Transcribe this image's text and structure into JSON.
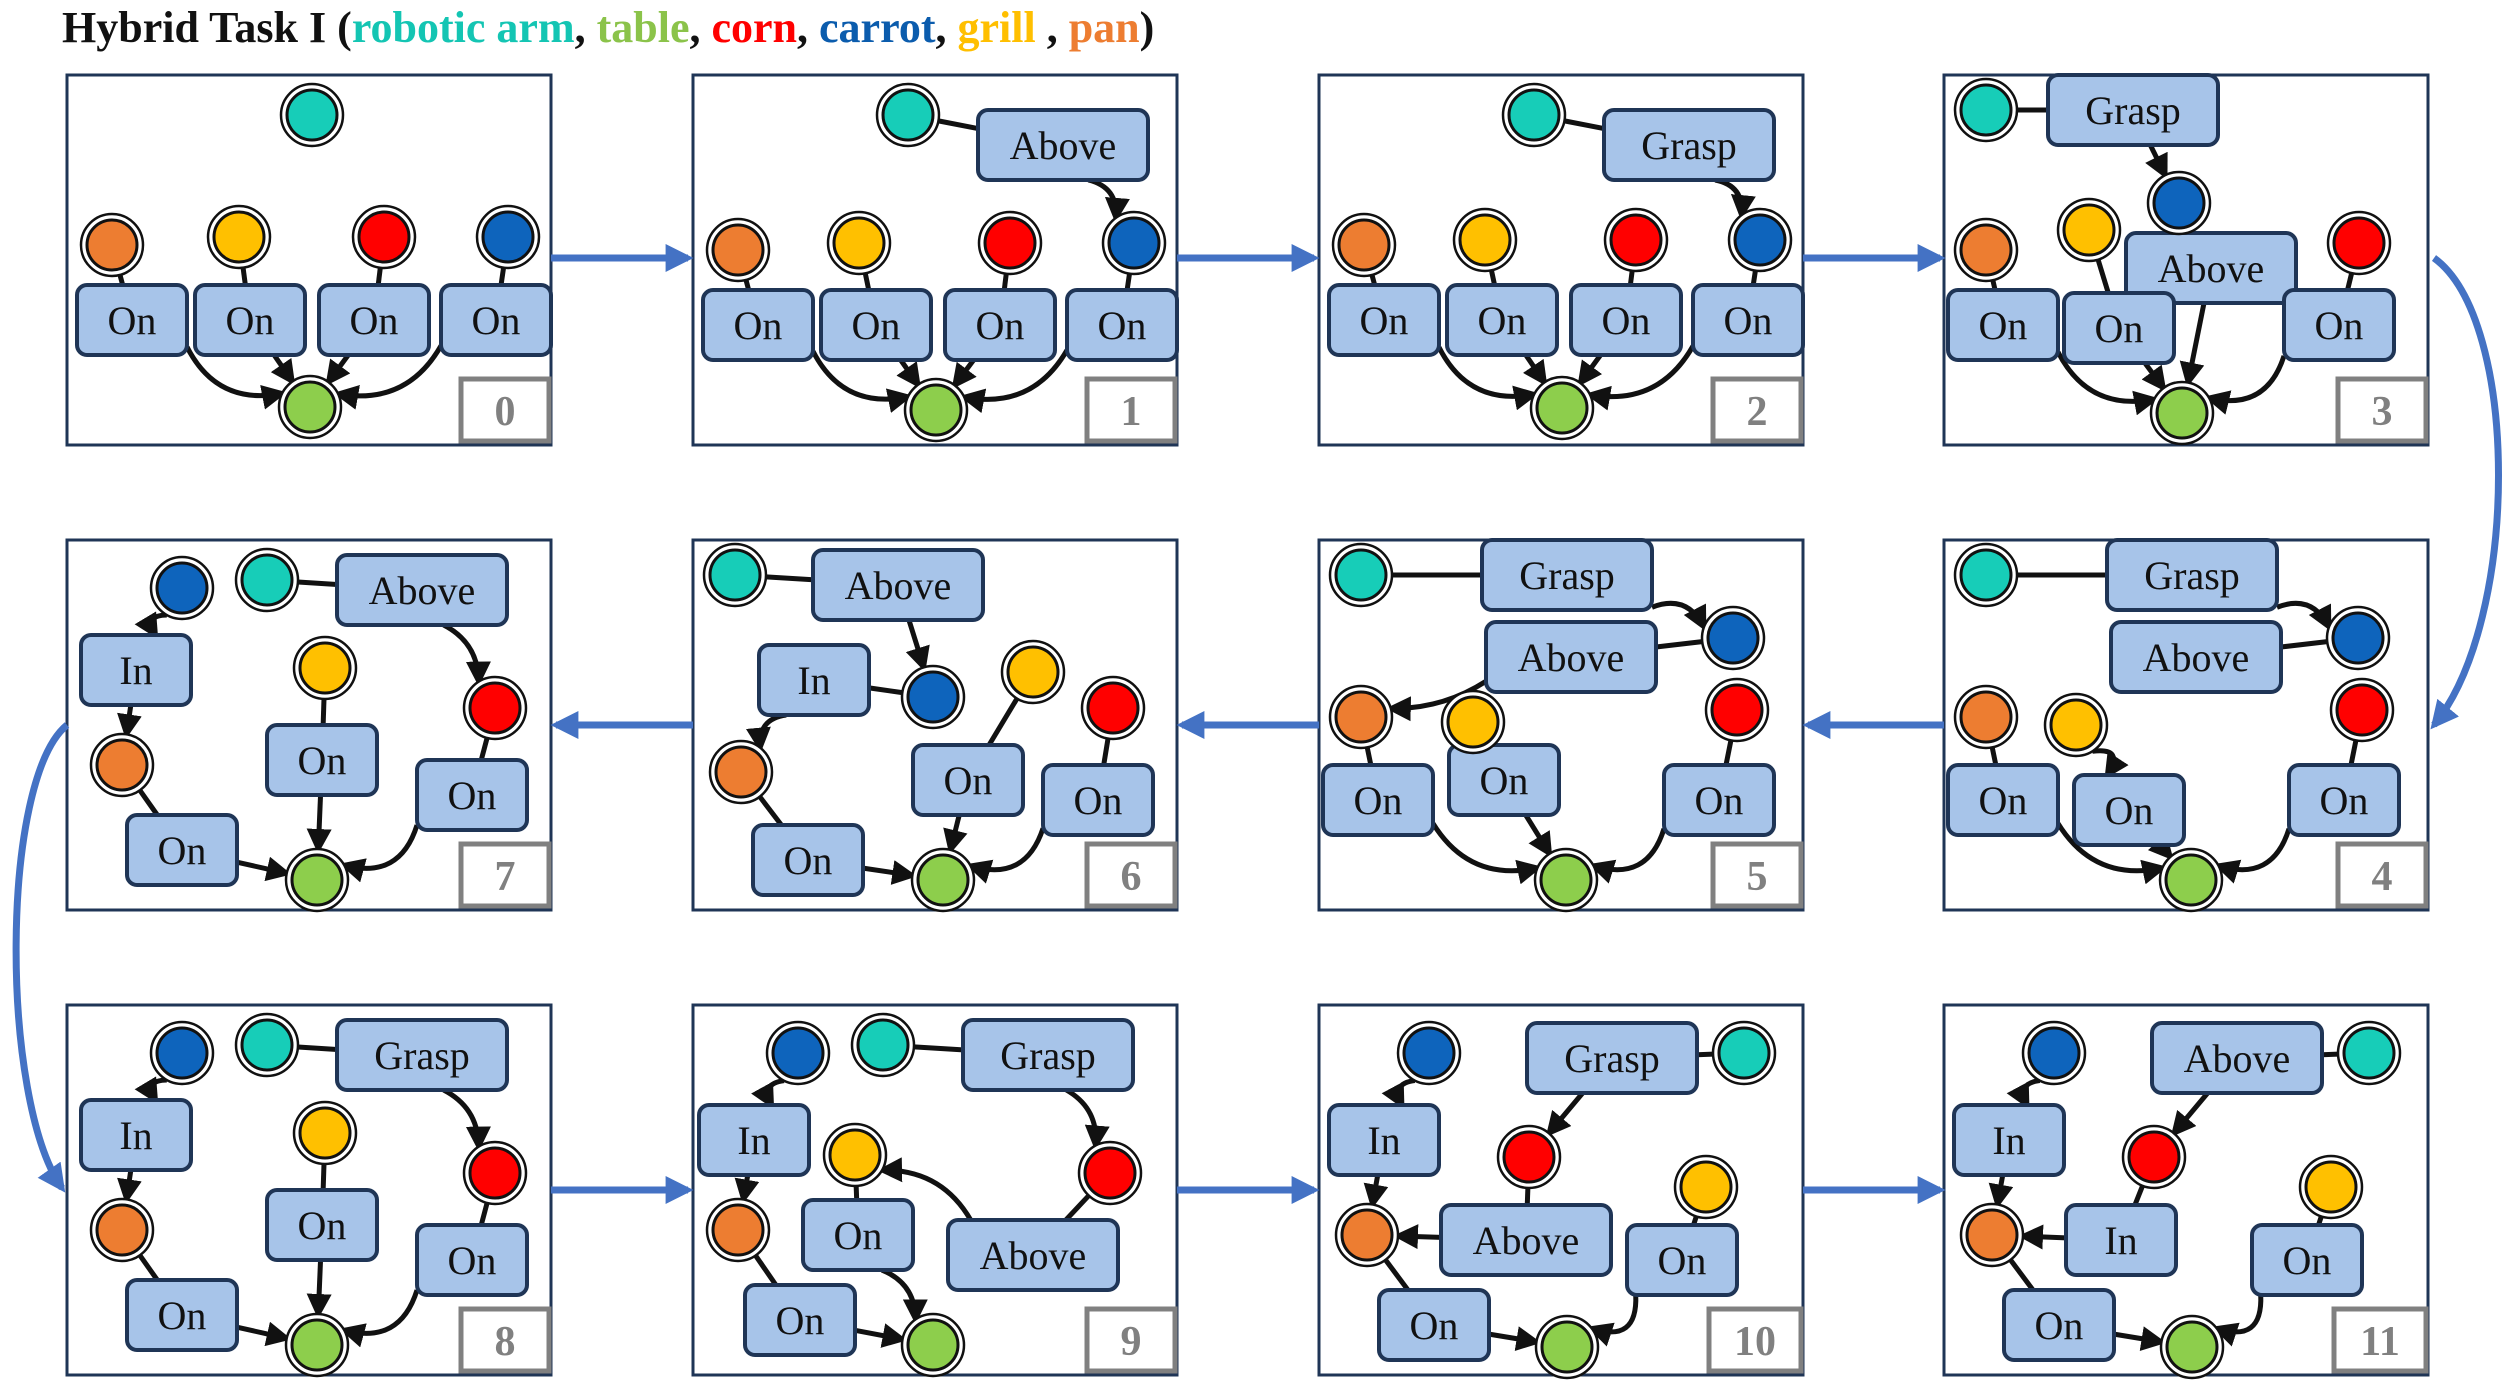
{
  "title": {
    "parts": [
      {
        "text": "Hybrid Task I (",
        "color": "#111111"
      },
      {
        "text": "robotic arm",
        "color": "#14c5b3"
      },
      {
        "text": ", ",
        "color": "#111111"
      },
      {
        "text": "table",
        "color": "#8bc34a"
      },
      {
        "text": ", ",
        "color": "#111111"
      },
      {
        "text": "corn",
        "color": "#ff0000"
      },
      {
        "text": ", ",
        "color": "#111111"
      },
      {
        "text": "carrot",
        "color": "#0b5cad"
      },
      {
        "text": ", ",
        "color": "#111111"
      },
      {
        "text": "grill",
        "color": "#ffbf00"
      },
      {
        "text": " , ",
        "color": "#111111"
      },
      {
        "text": "pan",
        "color": "#ed7d31"
      },
      {
        "text": ")",
        "color": "#111111"
      }
    ]
  },
  "colors": {
    "arm": "#17cdb8",
    "table": "#8dce4c",
    "corn": "#ff0000",
    "carrot": "#0e64bc",
    "grill": "#ffc000",
    "pan": "#ed7d31",
    "relation_fill": "#a7c4e9",
    "flow_arrow": "#4472c4"
  },
  "panels": [
    {
      "index": "0",
      "relations": [
        {
          "id": "on1",
          "label": "On"
        },
        {
          "id": "on2",
          "label": "On"
        },
        {
          "id": "on3",
          "label": "On"
        },
        {
          "id": "on4",
          "label": "On"
        }
      ]
    },
    {
      "index": "1",
      "relations": [
        {
          "id": "above",
          "label": "Above"
        },
        {
          "id": "on1",
          "label": "On"
        },
        {
          "id": "on2",
          "label": "On"
        },
        {
          "id": "on3",
          "label": "On"
        },
        {
          "id": "on4",
          "label": "On"
        }
      ]
    },
    {
      "index": "2",
      "relations": [
        {
          "id": "grasp",
          "label": "Grasp"
        },
        {
          "id": "on1",
          "label": "On"
        },
        {
          "id": "on2",
          "label": "On"
        },
        {
          "id": "on3",
          "label": "On"
        },
        {
          "id": "on4",
          "label": "On"
        }
      ]
    },
    {
      "index": "3",
      "relations": [
        {
          "id": "grasp",
          "label": "Grasp"
        },
        {
          "id": "above",
          "label": "Above"
        },
        {
          "id": "on1",
          "label": "On"
        },
        {
          "id": "on2",
          "label": "On"
        },
        {
          "id": "on3",
          "label": "On"
        }
      ]
    },
    {
      "index": "4",
      "relations": [
        {
          "id": "grasp",
          "label": "Grasp"
        },
        {
          "id": "above",
          "label": "Above"
        },
        {
          "id": "on1",
          "label": "On"
        },
        {
          "id": "on2",
          "label": "On"
        },
        {
          "id": "on3",
          "label": "On"
        }
      ]
    },
    {
      "index": "5",
      "relations": [
        {
          "id": "grasp",
          "label": "Grasp"
        },
        {
          "id": "above",
          "label": "Above"
        },
        {
          "id": "on1",
          "label": "On"
        },
        {
          "id": "on2",
          "label": "On"
        },
        {
          "id": "on3",
          "label": "On"
        }
      ]
    },
    {
      "index": "6",
      "relations": [
        {
          "id": "above",
          "label": "Above"
        },
        {
          "id": "in",
          "label": "In"
        },
        {
          "id": "on1",
          "label": "On"
        },
        {
          "id": "on2",
          "label": "On"
        },
        {
          "id": "on3",
          "label": "On"
        }
      ]
    },
    {
      "index": "7",
      "relations": [
        {
          "id": "above",
          "label": "Above"
        },
        {
          "id": "in",
          "label": "In"
        },
        {
          "id": "on1",
          "label": "On"
        },
        {
          "id": "on2",
          "label": "On"
        },
        {
          "id": "on3",
          "label": "On"
        }
      ]
    },
    {
      "index": "8",
      "relations": [
        {
          "id": "grasp",
          "label": "Grasp"
        },
        {
          "id": "in",
          "label": "In"
        },
        {
          "id": "on1",
          "label": "On"
        },
        {
          "id": "on2",
          "label": "On"
        },
        {
          "id": "on3",
          "label": "On"
        }
      ]
    },
    {
      "index": "9",
      "relations": [
        {
          "id": "grasp",
          "label": "Grasp"
        },
        {
          "id": "in",
          "label": "In"
        },
        {
          "id": "above",
          "label": "Above"
        },
        {
          "id": "on1",
          "label": "On"
        },
        {
          "id": "on2",
          "label": "On"
        }
      ]
    },
    {
      "index": "10",
      "relations": [
        {
          "id": "grasp",
          "label": "Grasp"
        },
        {
          "id": "in",
          "label": "In"
        },
        {
          "id": "above",
          "label": "Above"
        },
        {
          "id": "on1",
          "label": "On"
        },
        {
          "id": "on2",
          "label": "On"
        }
      ]
    },
    {
      "index": "11",
      "relations": [
        {
          "id": "above",
          "label": "Above"
        },
        {
          "id": "in1",
          "label": "In"
        },
        {
          "id": "in2",
          "label": "In"
        },
        {
          "id": "on1",
          "label": "On"
        },
        {
          "id": "on2",
          "label": "On"
        }
      ]
    }
  ]
}
